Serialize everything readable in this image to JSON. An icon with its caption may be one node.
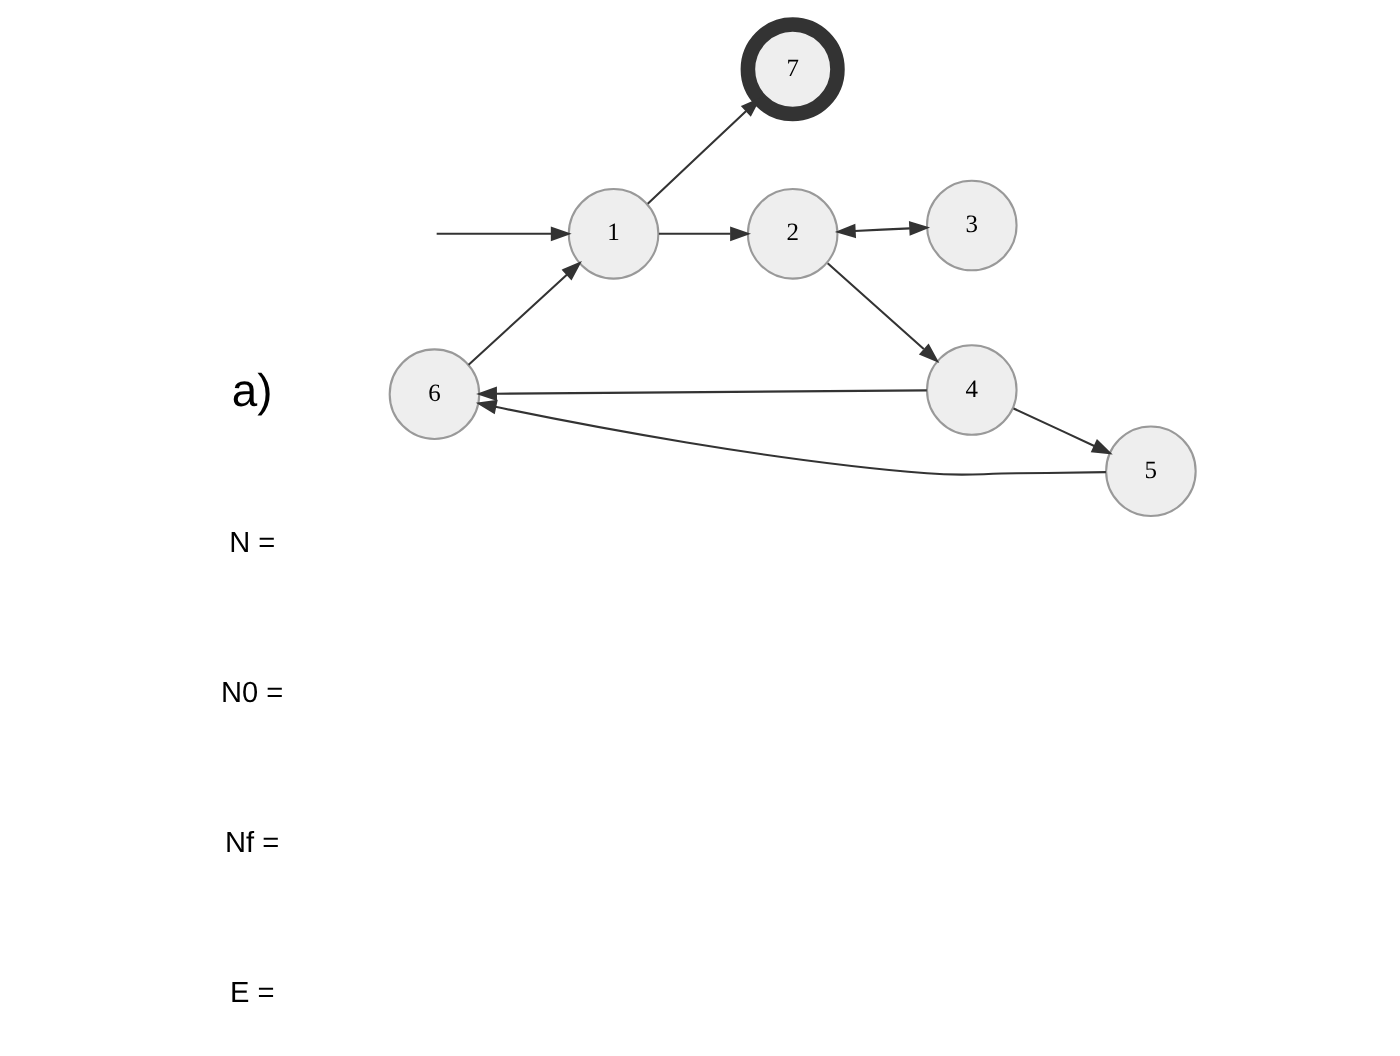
{
  "diagram": {
    "nodes": [
      {
        "text": [
          "6"
        ]
      },
      {
        "text": [
          "1"
        ]
      },
      {
        "text": [
          "7"
        ]
      },
      {
        "text": [
          "4"
        ]
      },
      {
        "text": [
          "5"
        ]
      },
      {
        "text": [
          "2"
        ]
      },
      {
        "text": [
          "3"
        ]
      }
    ],
    "edges": [
      {
        "from": null,
        "to": 1,
        "arrow": "to"
      },
      {
        "from": 0,
        "to": 1,
        "arrow": "to"
      },
      {
        "from": 1,
        "to": 2,
        "arrow": "to"
      },
      {
        "from": 1,
        "to": 5,
        "arrow": "to"
      },
      {
        "from": 3,
        "to": 0,
        "arrow": "to"
      },
      {
        "from": 3,
        "to": 4,
        "arrow": "to"
      },
      {
        "from": 4,
        "to": 0,
        "arrow": "to"
      },
      {
        "from": 5,
        "to": 3,
        "arrow": "to"
      },
      {
        "from": 5,
        "to": 6,
        "arrow": "both"
      }
    ],
    "labels": [
      "a)",
      "N =",
      "N0 =",
      "Nf =",
      "E ="
    ]
  }
}
